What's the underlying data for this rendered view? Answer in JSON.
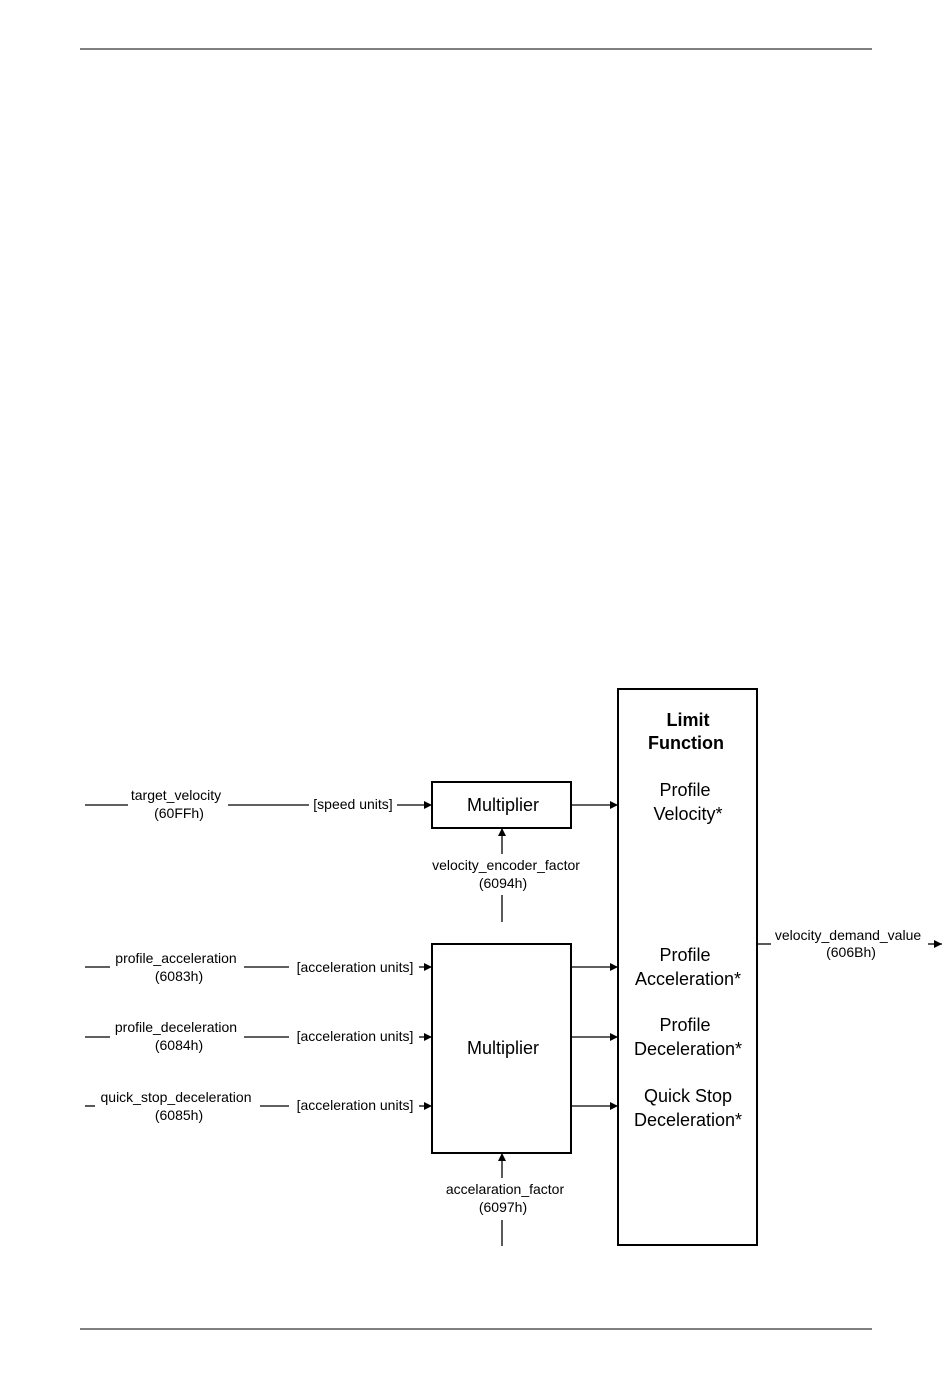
{
  "inputs": {
    "target_velocity": {
      "name": "target_velocity",
      "index": "(60FFh)",
      "unit": "[speed units]"
    },
    "profile_acceleration": {
      "name": "profile_acceleration",
      "index": "(6083h)",
      "unit": "[acceleration units]"
    },
    "profile_deceleration": {
      "name": "profile_deceleration",
      "index": "(6084h)",
      "unit": "[acceleration units]"
    },
    "quick_stop_deceleration": {
      "name": "quick_stop_deceleration",
      "index": "(6085h)",
      "unit": "[acceleration units]"
    }
  },
  "factors": {
    "velocity_encoder_factor": {
      "name": "velocity_encoder_factor",
      "index": "(6094h)"
    },
    "accelaration_factor": {
      "name": "accelaration_factor",
      "index": "(6097h)"
    }
  },
  "multiplier_top": {
    "label": "Multiplier"
  },
  "multiplier_bottom": {
    "label": "Multiplier"
  },
  "limit_function": {
    "title_line1": "Limit",
    "title_line2": "Function",
    "items": [
      {
        "line1": "Profile",
        "line2": "Velocity*"
      },
      {
        "line1": "Profile",
        "line2": "Acceleration*"
      },
      {
        "line1": "Profile",
        "line2": "Deceleration*"
      },
      {
        "line1": "Quick Stop",
        "line2": "Deceleration*"
      }
    ]
  },
  "output": {
    "name": "velocity_demand_value",
    "index": "(606Bh)"
  }
}
